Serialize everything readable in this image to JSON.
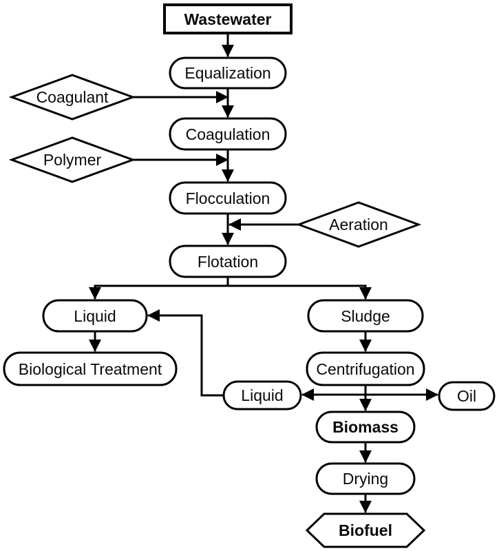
{
  "diagram": {
    "type": "flowchart",
    "background_color": "#ffffff",
    "stroke_color": "#000000",
    "node_fill_color": "#ffffff",
    "text_color": "#0a0a0a",
    "nodes": {
      "wastewater": {
        "label": "Wastewater",
        "shape": "rectangle",
        "emphasis": "bold"
      },
      "equalization": {
        "label": "Equalization",
        "shape": "stadium",
        "emphasis": "regular"
      },
      "coagulant": {
        "label": "Coagulant",
        "shape": "diamond",
        "emphasis": "regular"
      },
      "coagulation": {
        "label": "Coagulation",
        "shape": "stadium",
        "emphasis": "regular"
      },
      "polymer": {
        "label": "Polymer",
        "shape": "diamond",
        "emphasis": "regular"
      },
      "flocculation": {
        "label": "Flocculation",
        "shape": "stadium",
        "emphasis": "regular"
      },
      "aeration": {
        "label": "Aeration",
        "shape": "diamond",
        "emphasis": "regular"
      },
      "flotation": {
        "label": "Flotation",
        "shape": "stadium",
        "emphasis": "regular"
      },
      "liquid_left": {
        "label": "Liquid",
        "shape": "stadium",
        "emphasis": "regular"
      },
      "sludge": {
        "label": "Sludge",
        "shape": "stadium",
        "emphasis": "regular"
      },
      "biological_treatment": {
        "label": "Biological Treatment",
        "shape": "stadium",
        "emphasis": "regular"
      },
      "centrifugation": {
        "label": "Centrifugation",
        "shape": "stadium",
        "emphasis": "regular"
      },
      "liquid_recycle": {
        "label": "Liquid",
        "shape": "stadium",
        "emphasis": "regular"
      },
      "oil": {
        "label": "Oil",
        "shape": "stadium",
        "emphasis": "regular"
      },
      "biomass": {
        "label": "Biomass",
        "shape": "stadium",
        "emphasis": "bold"
      },
      "drying": {
        "label": "Drying",
        "shape": "stadium",
        "emphasis": "regular"
      },
      "biofuel": {
        "label": "Biofuel",
        "shape": "hexagon",
        "emphasis": "bold"
      }
    },
    "edges": [
      {
        "from": "Wastewater",
        "to": "Equalization"
      },
      {
        "from": "Equalization",
        "to": "Coagulation"
      },
      {
        "from": "Coagulant",
        "to": "Coagulation",
        "note": "side input joining main line"
      },
      {
        "from": "Coagulation",
        "to": "Flocculation"
      },
      {
        "from": "Polymer",
        "to": "Flocculation",
        "note": "side input joining main line"
      },
      {
        "from": "Flocculation",
        "to": "Flotation"
      },
      {
        "from": "Aeration",
        "to": "Flotation",
        "note": "side input joining main line from right"
      },
      {
        "from": "Flotation",
        "to": "Liquid"
      },
      {
        "from": "Flotation",
        "to": "Sludge"
      },
      {
        "from": "Liquid",
        "to": "Biological Treatment"
      },
      {
        "from": "Sludge",
        "to": "Centrifugation"
      },
      {
        "from": "Centrifugation",
        "to": "Liquid (recycle)"
      },
      {
        "from": "Centrifugation",
        "to": "Oil"
      },
      {
        "from": "Centrifugation",
        "to": "Biomass"
      },
      {
        "from": "Liquid (recycle)",
        "to": "Liquid",
        "note": "routed left then up"
      },
      {
        "from": "Biomass",
        "to": "Drying"
      },
      {
        "from": "Drying",
        "to": "Biofuel"
      }
    ]
  }
}
